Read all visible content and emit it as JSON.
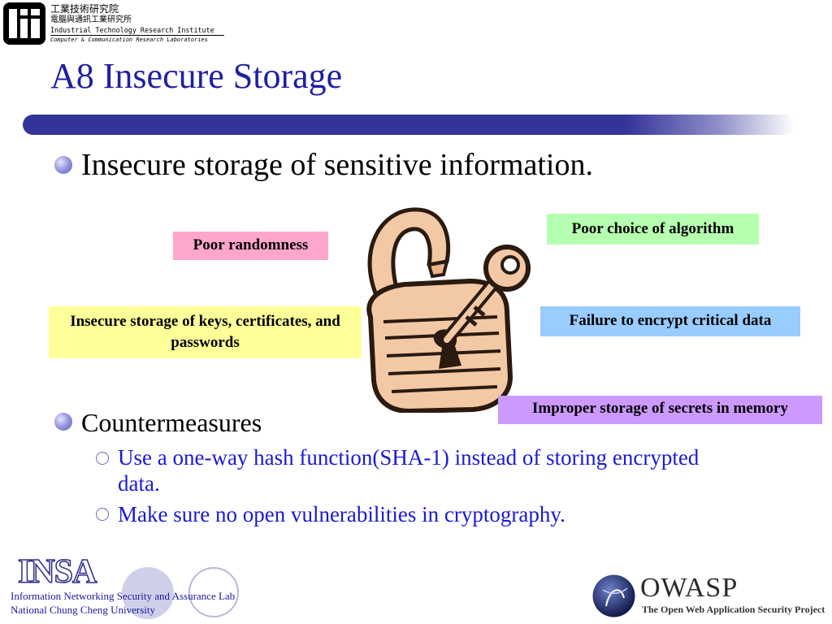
{
  "header": {
    "zh_line1": "工業技術研究院",
    "zh_line2": "電腦與通訊工業研究所",
    "en_line1": "Industrial Technology Research Institute",
    "en_line2": "Computer & Communication Research Laboratories",
    "logo_icon": "itri-logo"
  },
  "slide": {
    "title": "A8 Insecure Storage",
    "bullet1": "Insecure storage of sensitive information.",
    "bullet2": "Countermeasures",
    "sub1": "Use a one-way hash function(SHA-1) instead of storing encrypted data.",
    "sub2": "Make sure no open vulnerabilities in cryptography."
  },
  "tags": {
    "poor_randomness": "Poor randomness",
    "poor_algorithm": "Poor choice of algorithm",
    "insecure_keys": "Insecure storage of keys, certificates, and passwords",
    "failure_encrypt": "Failure to encrypt critical data",
    "improper_memory": "Improper storage of secrets in memory"
  },
  "colors": {
    "title": "#1f1fa3",
    "pink": "#ffa6cc",
    "green": "#b6ffb0",
    "yellow": "#ffff99",
    "blue": "#99ccff",
    "purple": "#cc99ff"
  },
  "footer": {
    "insa": "INSA",
    "lab": "Information Networking Security and Assurance Lab",
    "university": "National Chung Cheng University",
    "owasp": "OWASP",
    "owasp_sub": "The Open Web Application Security Project"
  }
}
